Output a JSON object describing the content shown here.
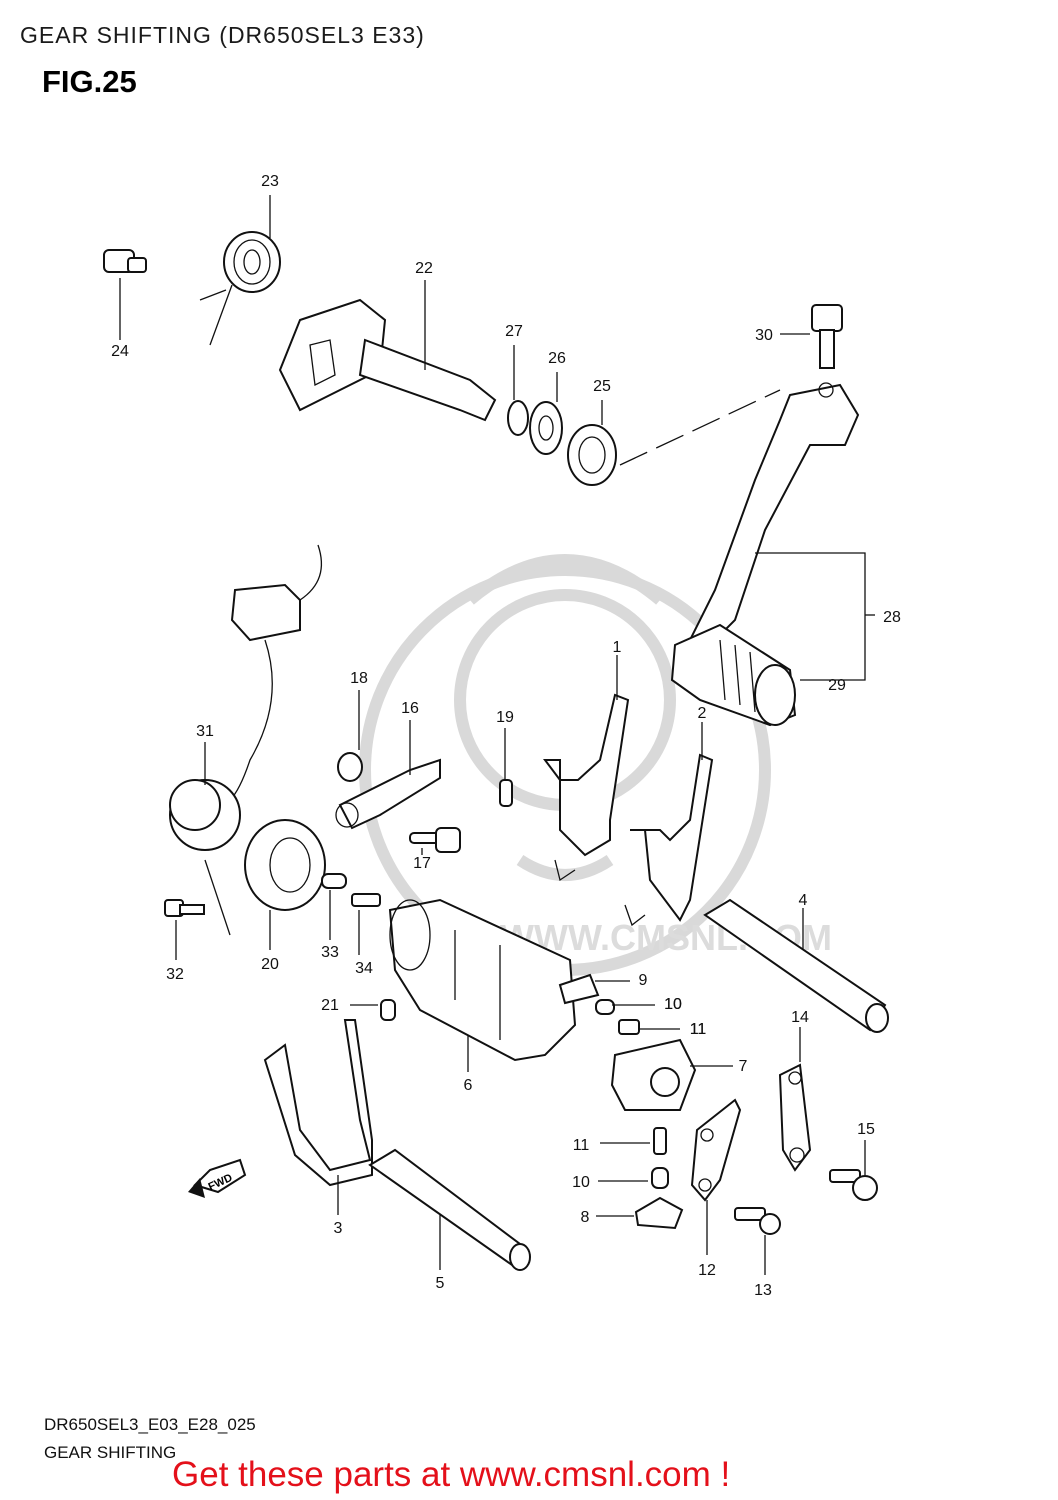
{
  "header": {
    "title": "GEAR SHIFTING (DR650SEL3 E33)",
    "figure": "FIG.25"
  },
  "footer": {
    "code": "DR650SEL3_E03_E28_025",
    "subtitle": "GEAR SHIFTING",
    "banner": "Get these parts at www.cmsnl.com !"
  },
  "watermark": {
    "text": "WWW.CMSNL.COM",
    "color": "#d9d9d9"
  },
  "fwd_label": "FWD",
  "colors": {
    "banner": "#e4101a",
    "line": "#111111"
  },
  "callouts": [
    "1",
    "2",
    "3",
    "4",
    "5",
    "6",
    "7",
    "8",
    "9",
    "10",
    "10",
    "10",
    "11",
    "11",
    "11",
    "12",
    "13",
    "14",
    "15",
    "16",
    "17",
    "18",
    "19",
    "20",
    "21",
    "22",
    "23",
    "24",
    "25",
    "26",
    "27",
    "28",
    "29",
    "30",
    "31",
    "32",
    "33",
    "34"
  ]
}
